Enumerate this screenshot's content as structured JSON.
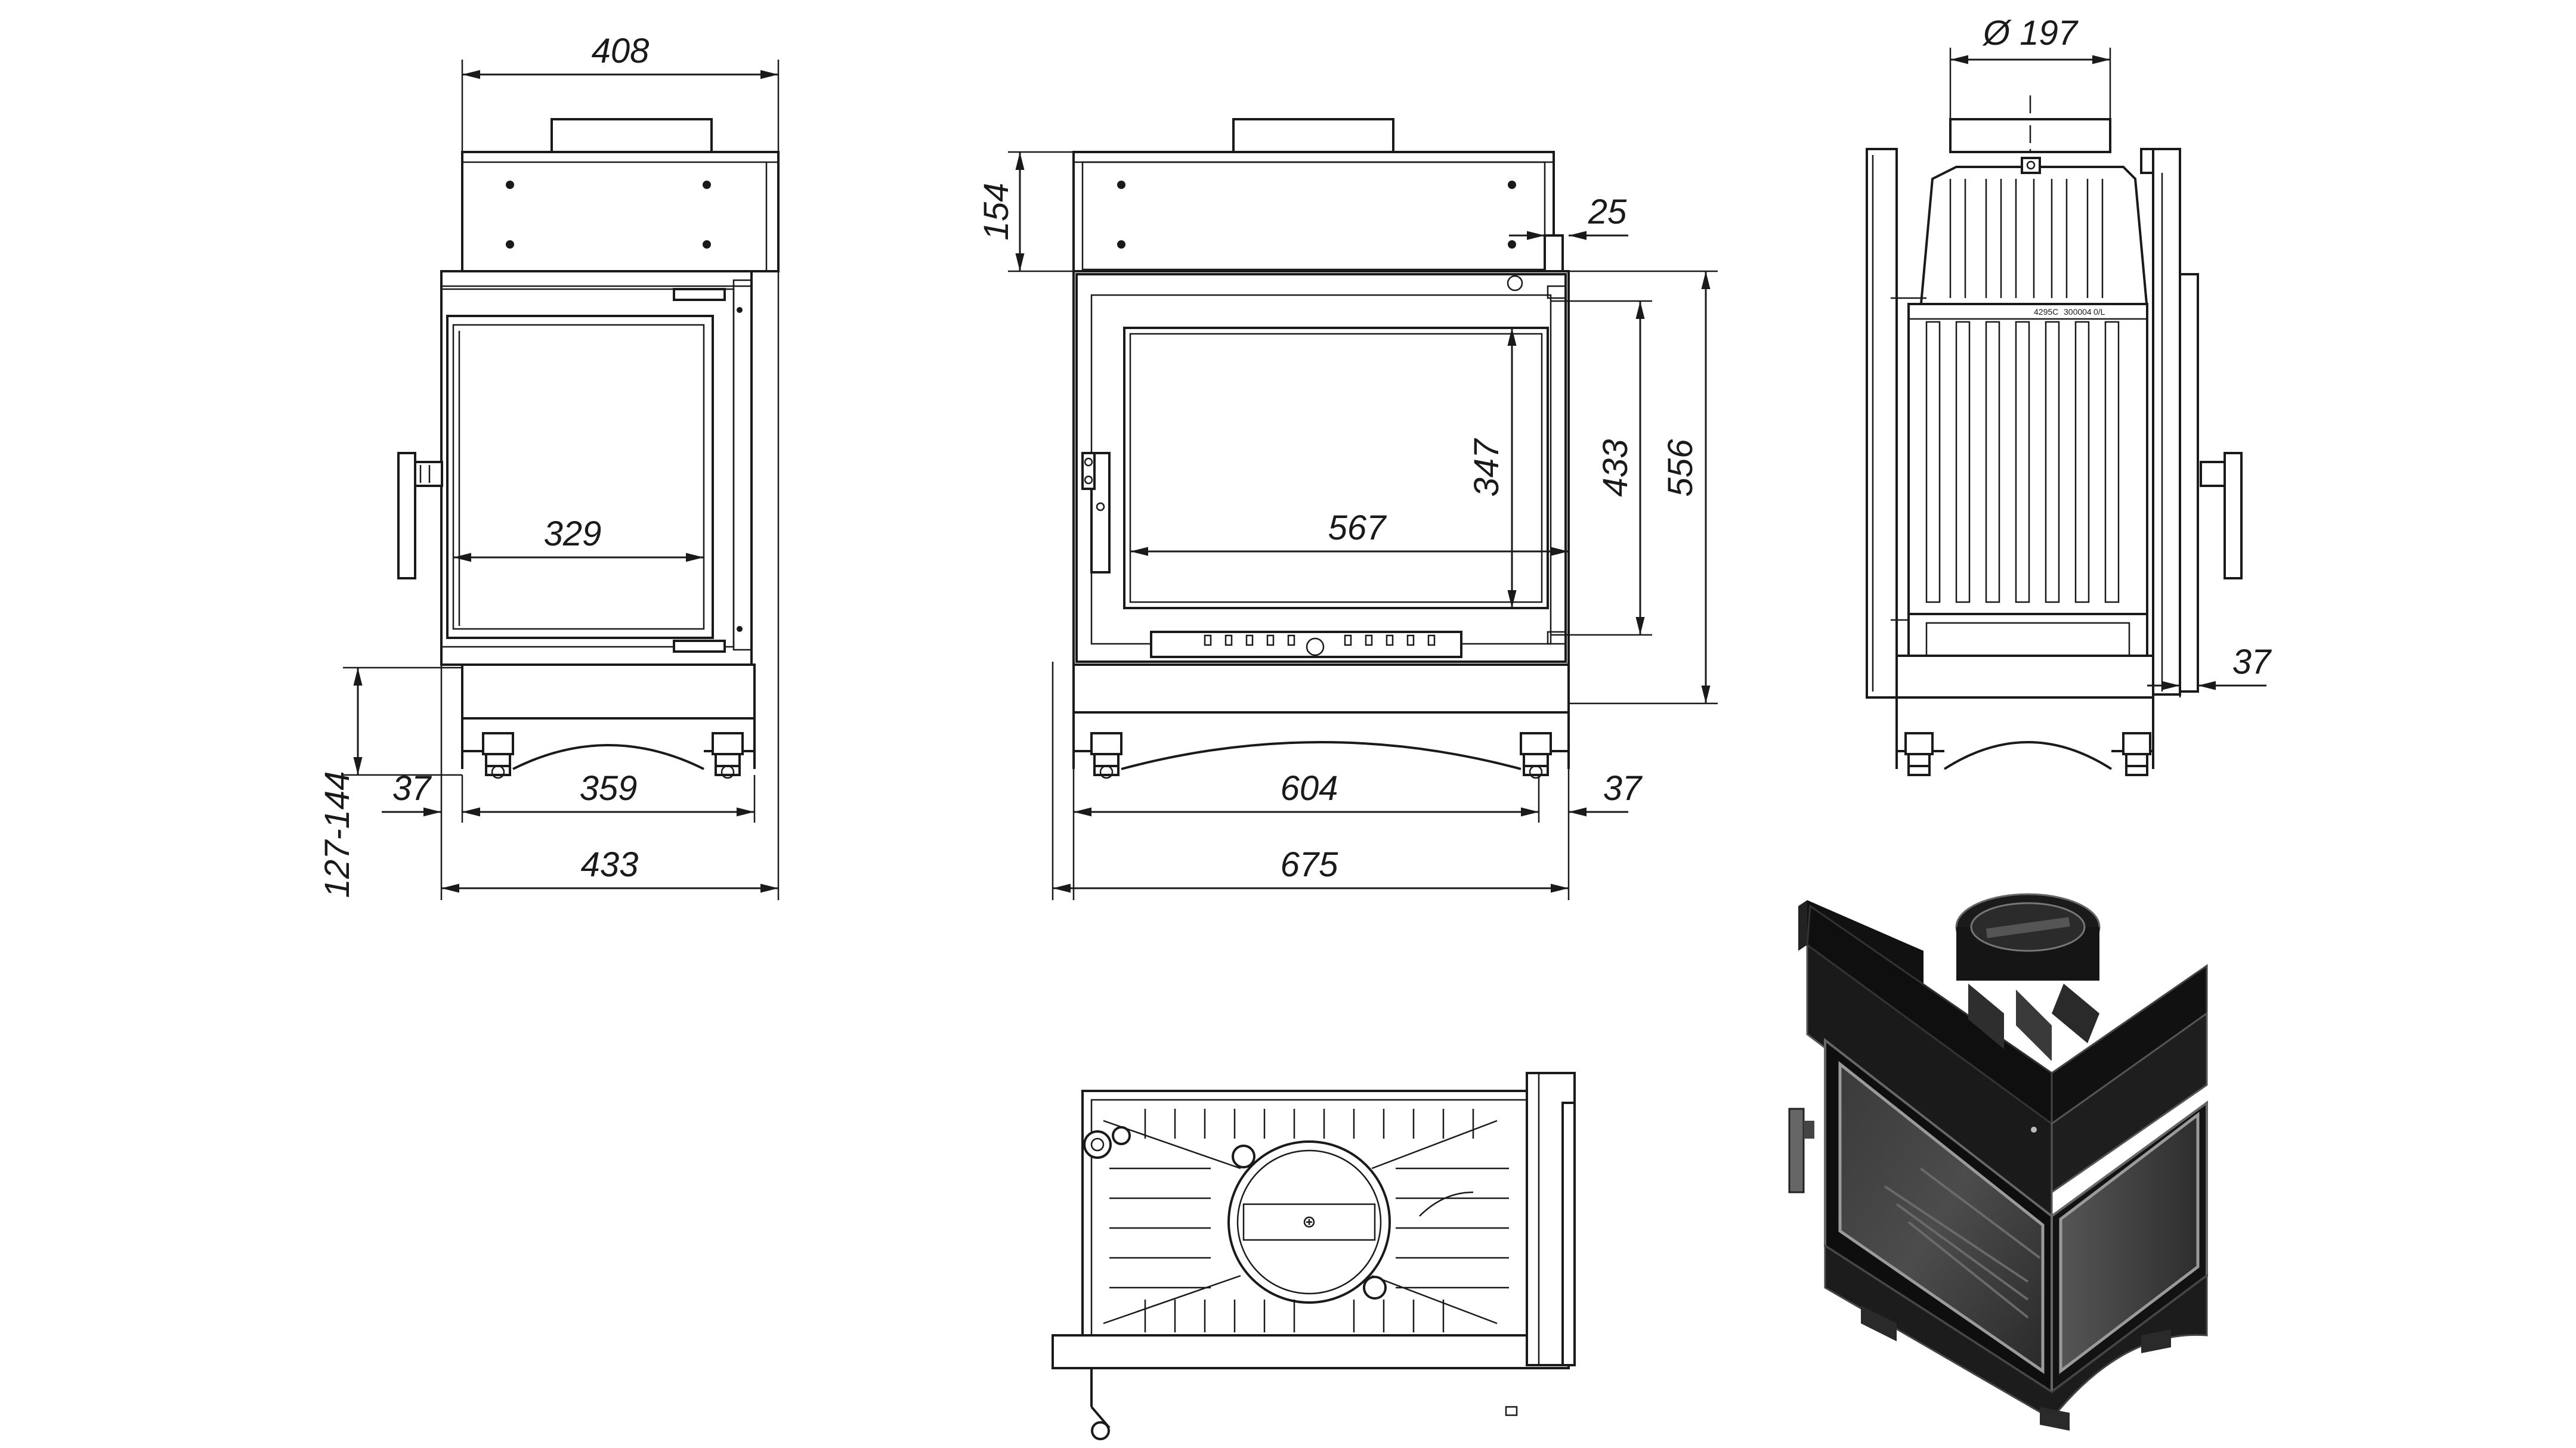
{
  "dimensions": {
    "side_width_top": "408",
    "side_glass_width": "329",
    "side_height_range": "127-144",
    "side_offset": "37",
    "side_base_width": "359",
    "side_total_width": "433",
    "front_top_height": "154",
    "front_overlap": "25",
    "front_glass_height": "347",
    "front_opening_height": "433",
    "front_total_height": "556",
    "front_glass_width": "567",
    "front_base_width": "604",
    "front_offset": "37",
    "front_total_width": "675",
    "flue_diameter": "Ø 197",
    "right_offset": "37"
  },
  "labels": {
    "plate_1": "4295C",
    "plate_2": "300004",
    "plate_3": "0/L"
  }
}
